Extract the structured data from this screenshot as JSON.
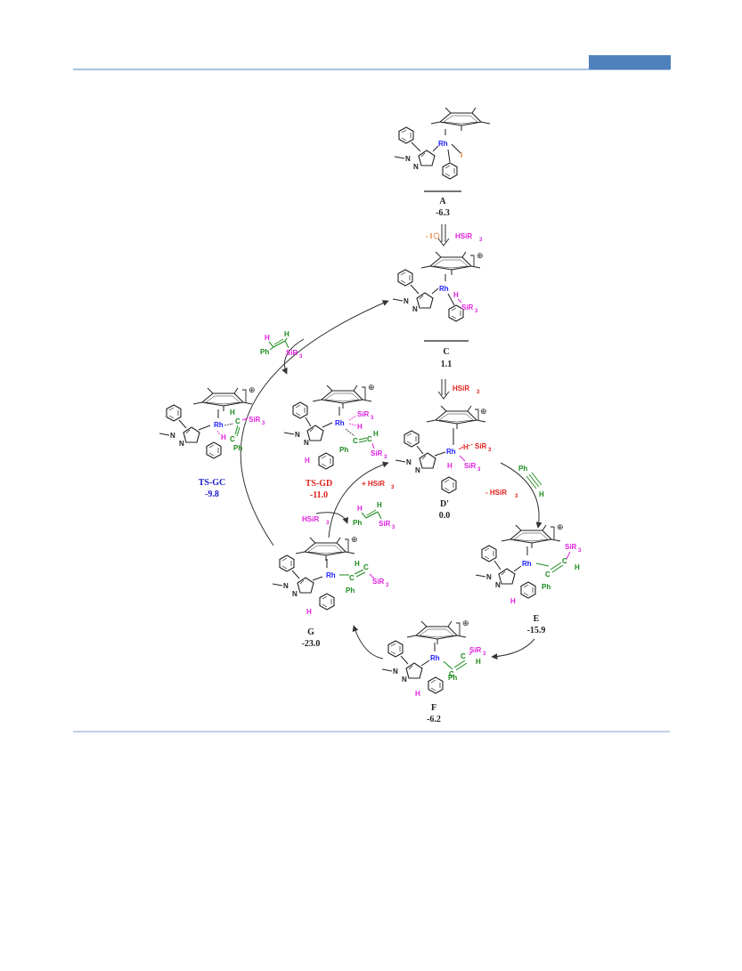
{
  "colors": {
    "rule": "#4f81bd",
    "tab": "#4f81bd",
    "rh": "#1a1aff",
    "silyl": "#e020e0",
    "reagent_red": "#e0201a",
    "vinyl": "#1b8a1b",
    "iodine": "#e07020",
    "label_blue": "#1a1acc",
    "label_red": "#e0201a",
    "arrow": "#333333"
  },
  "species": {
    "A": {
      "name": "A",
      "energy": "-6.3"
    },
    "C": {
      "name": "C",
      "energy": "1.1"
    },
    "Dp": {
      "name": "D'",
      "energy": "0.0"
    },
    "E": {
      "name": "E",
      "energy": "-15.9"
    },
    "F": {
      "name": "F",
      "energy": "-6.2"
    },
    "G": {
      "name": "G",
      "energy": "-23.0"
    },
    "TSGC": {
      "name": "TS-GC",
      "energy": "-9.8"
    },
    "TSGD": {
      "name": "TS-GD",
      "energy": "-11.0"
    }
  },
  "reagents": {
    "minus_iodide": "- I",
    "hsir3": "HSiR",
    "hsir3_sub": "3",
    "plus_hsir3": "+ HSiR",
    "minus_hsir3": "- HSiR",
    "ph": "Ph",
    "h": "H",
    "sir3": "SiR"
  },
  "atoms": {
    "rh": "Rh",
    "n": "N",
    "i": "I",
    "h": "H",
    "c": "C",
    "ph": "Ph",
    "sir": "SiR",
    "sub3": "3",
    "charge": "⊕"
  }
}
